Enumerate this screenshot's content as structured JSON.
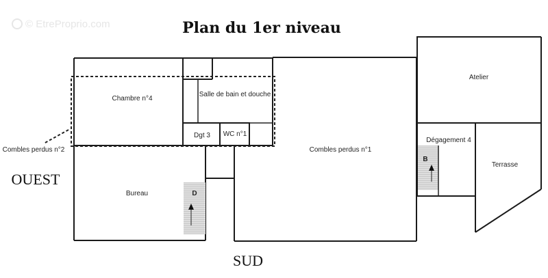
{
  "watermark": "© EtreProprio.com",
  "title": "Plan du 1er niveau",
  "orientation": {
    "west": "OUEST",
    "south": "SUD"
  },
  "rooms": {
    "chambre": "Chambre n°4",
    "salle_de_bain": "Salle de bain et douche",
    "dgt": "Dgt 3",
    "wc": "WC n°1",
    "combles_1": "Combles perdus n°1",
    "combles_2": "Combles perdus n°2",
    "bureau": "Bureau",
    "atelier": "Atelier",
    "degagement": "Dégagement 4",
    "terrasse": "Terrasse"
  },
  "stairs": {
    "stair_d": "D",
    "stair_b": "B"
  }
}
